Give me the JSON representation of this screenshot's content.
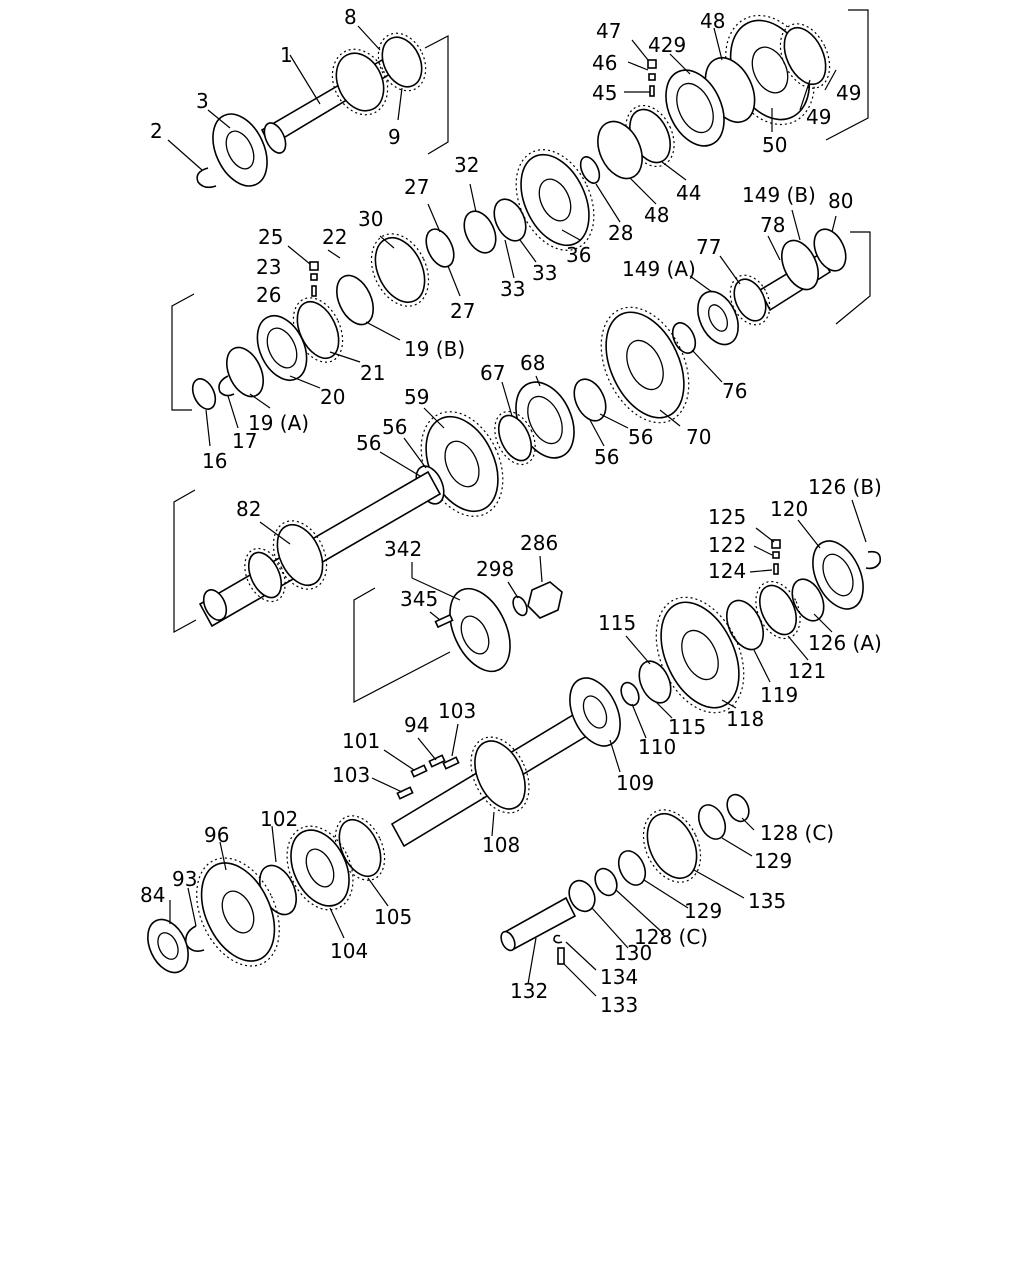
{
  "diagram": {
    "type": "exploded-parts-diagram",
    "subject": "transmission gear shafts",
    "labels": [
      "1",
      "2",
      "3",
      "8",
      "9",
      "47",
      "46",
      "45",
      "429",
      "48",
      "49",
      "49",
      "50",
      "44",
      "48",
      "28",
      "36",
      "33",
      "33",
      "32",
      "27",
      "27",
      "30",
      "22",
      "25",
      "23",
      "26",
      "19 (B)",
      "21",
      "20",
      "19 (A)",
      "17",
      "16",
      "149 (B)",
      "80",
      "78",
      "77",
      "149 (A)",
      "76",
      "70",
      "56",
      "56",
      "68",
      "67",
      "59",
      "56",
      "56",
      "82",
      "342",
      "345",
      "298",
      "286",
      "125",
      "122",
      "124",
      "126 (B)",
      "120",
      "126 (A)",
      "121",
      "119",
      "118",
      "115",
      "115",
      "110",
      "109",
      "103",
      "94",
      "101",
      "103",
      "108",
      "96",
      "102",
      "84",
      "93",
      "104",
      "105",
      "128 (C)",
      "129",
      "135",
      "129",
      "128 (C)",
      "130",
      "134",
      "133",
      "132"
    ]
  }
}
